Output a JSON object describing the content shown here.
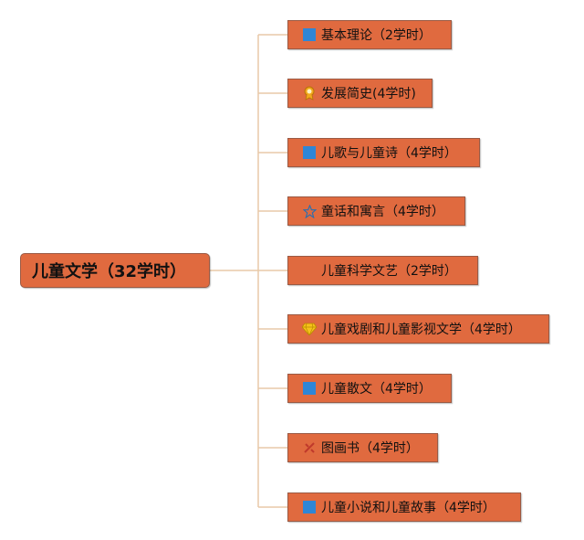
{
  "root": {
    "label": "儿童文学（32学时）"
  },
  "colors": {
    "node_fill": "#e06a3f",
    "connector": "#e8c9a8"
  },
  "topics": [
    {
      "label": "基本理论（2学时）",
      "icon": "blue-square-icon"
    },
    {
      "label": "发展简史(4学时)",
      "icon": "award-medal-icon"
    },
    {
      "label": "儿歌与儿童诗（4学时）",
      "icon": "blue-square-icon"
    },
    {
      "label": "童话和寓言（4学时）",
      "icon": "star-outline-icon"
    },
    {
      "label": "儿童科学文艺（2学时）",
      "icon": ""
    },
    {
      "label": "儿童戏剧和儿童影视文学（4学时）",
      "icon": "diamond-gem-icon"
    },
    {
      "label": "儿童散文（4学时）",
      "icon": "blue-square-icon"
    },
    {
      "label": "图画书（4学时）",
      "icon": "pencil-ruler-icon"
    },
    {
      "label": "儿童小说和儿童故事（4学时）",
      "icon": "blue-square-icon"
    }
  ]
}
